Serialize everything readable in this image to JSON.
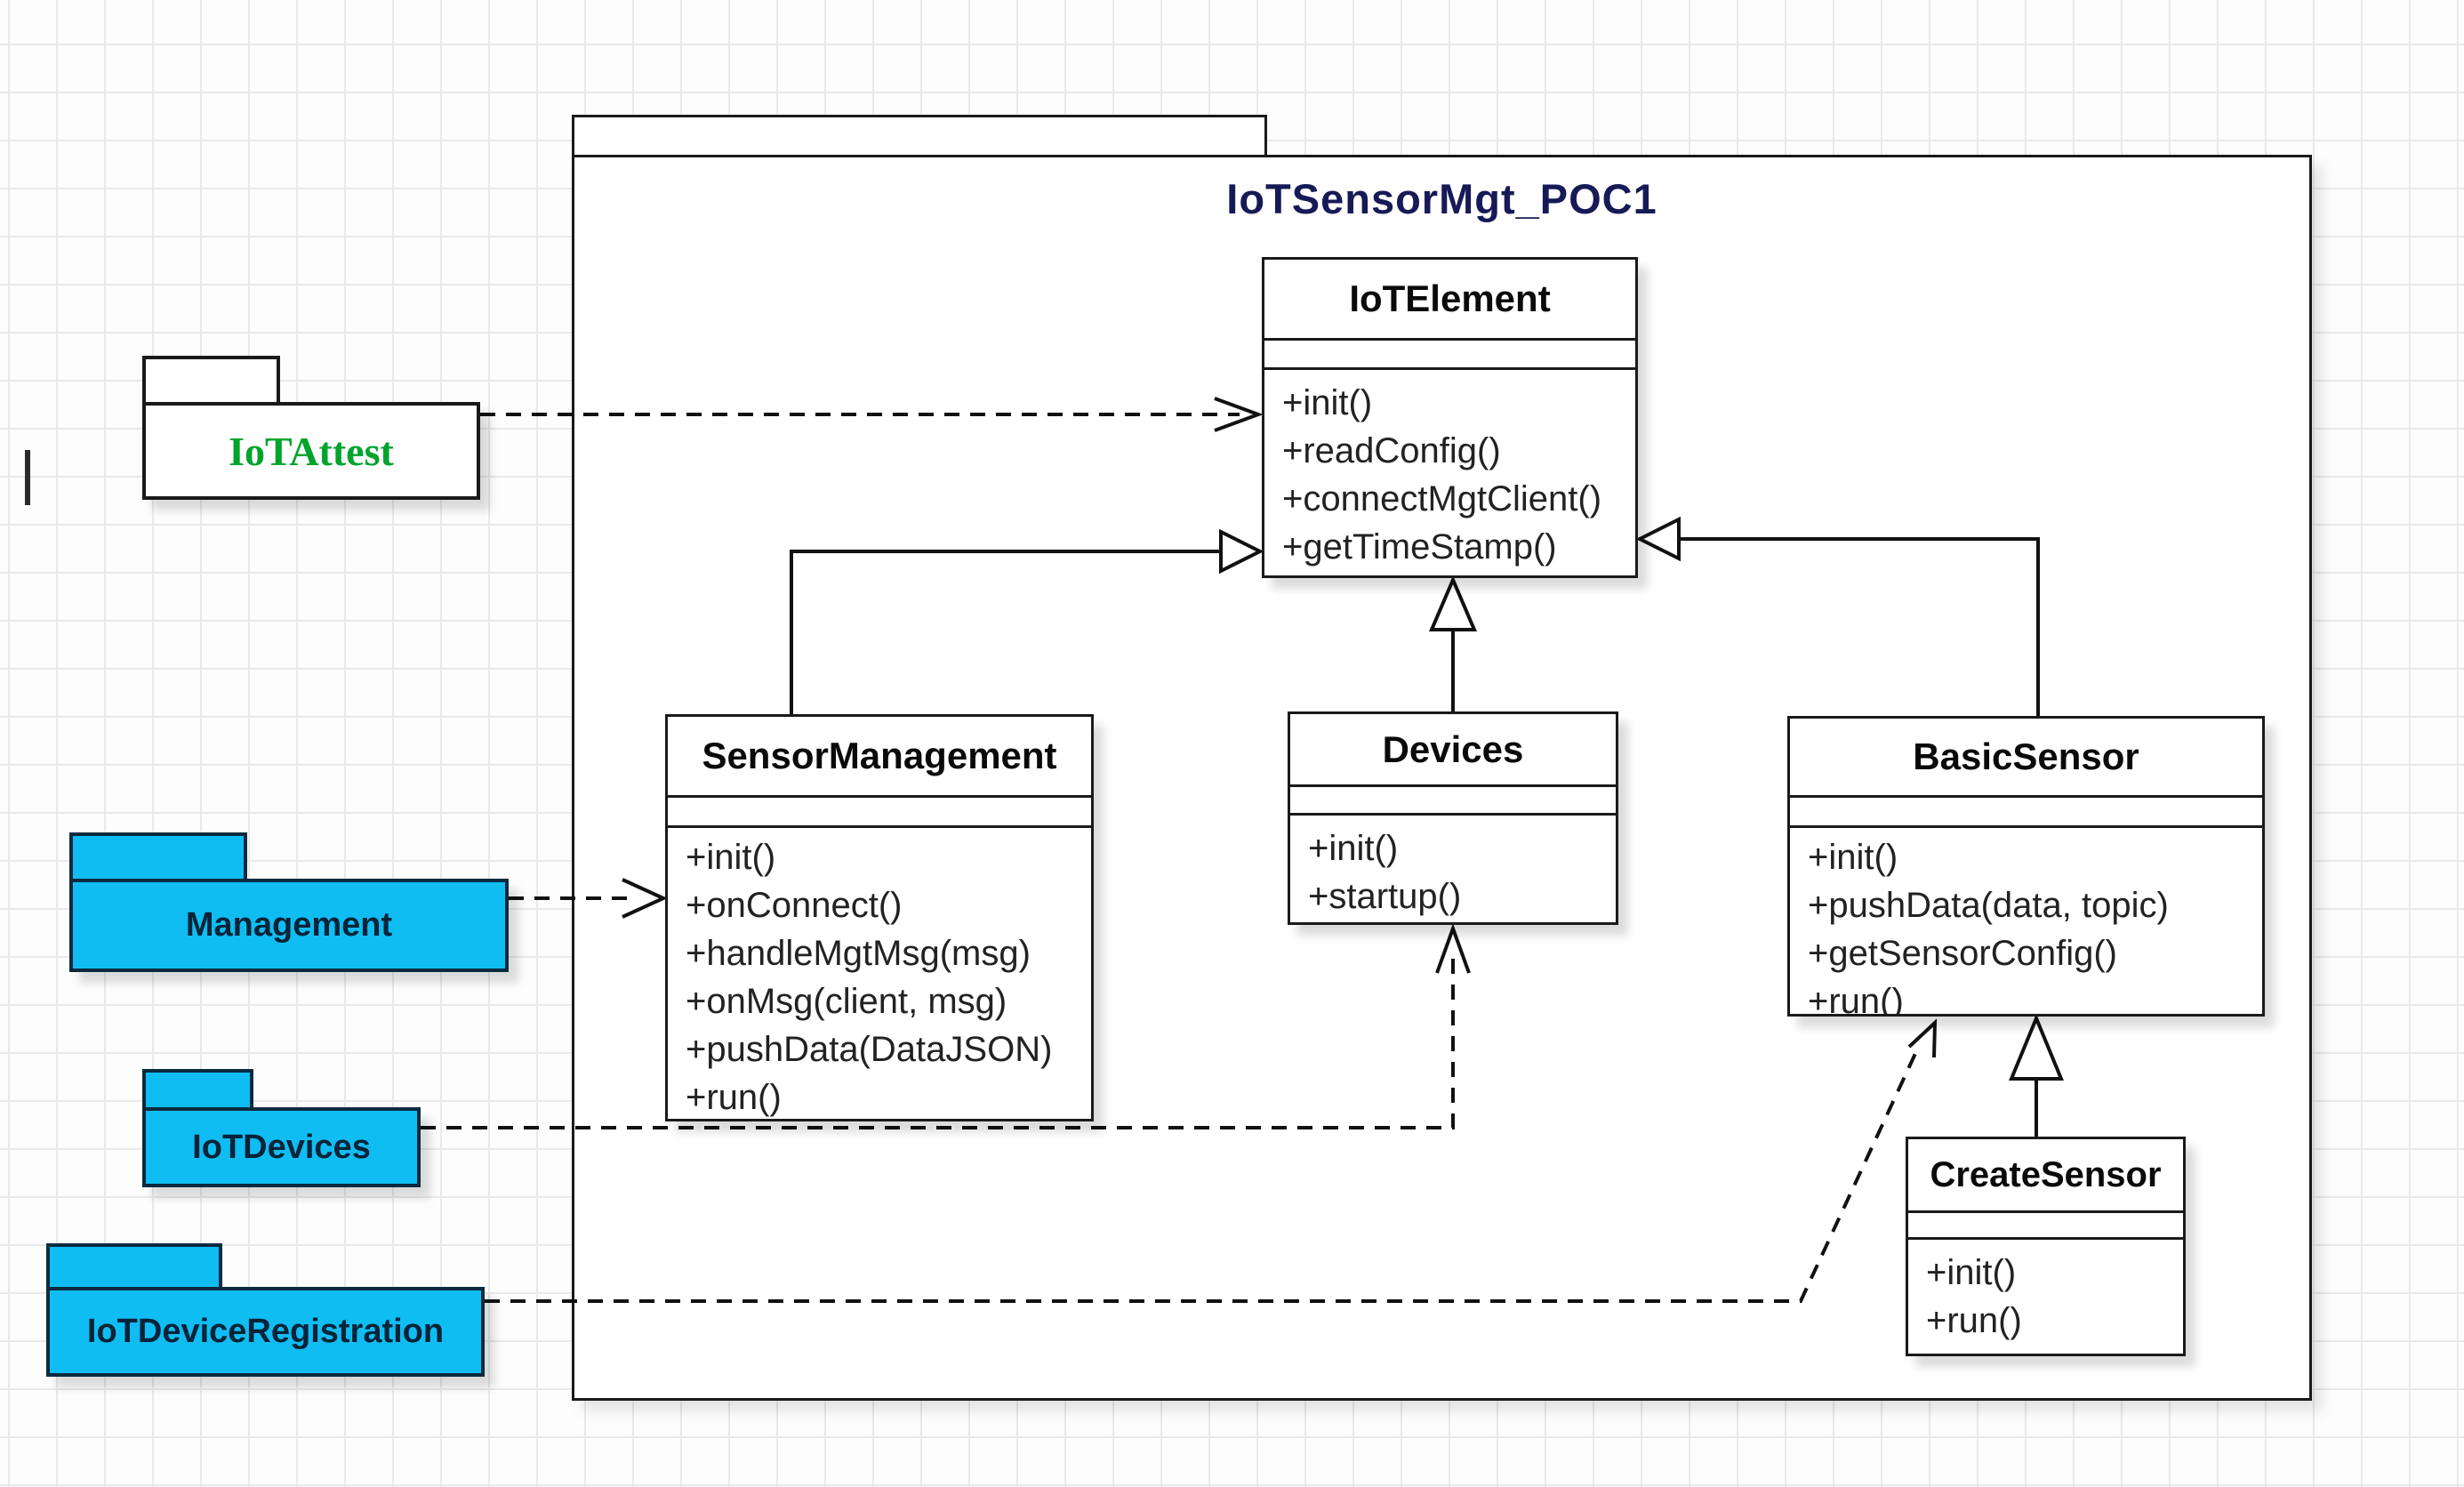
{
  "frame": {
    "title": "IoTSensorMgt_POC1"
  },
  "classes": [
    {
      "name": "IoTElement",
      "attributes": [],
      "methods": [
        "+init()",
        "+readConfig()",
        "+connectMgtClient()",
        "+getTimeStamp()"
      ]
    },
    {
      "name": "SensorManagement",
      "attributes": [],
      "methods": [
        "+init()",
        "+onConnect()",
        "+handleMgtMsg(msg)",
        "+onMsg(client, msg)",
        "+pushData(DataJSON)",
        "+run()"
      ]
    },
    {
      "name": "Devices",
      "attributes": [],
      "methods": [
        "+init()",
        "+startup()"
      ]
    },
    {
      "name": "BasicSensor",
      "attributes": [],
      "methods": [
        "+init()",
        "+pushData(data, topic)",
        "+getSensorConfig()",
        "+run()"
      ]
    },
    {
      "name": "CreateSensor",
      "attributes": [],
      "methods": [
        "+init()",
        "+run()"
      ]
    }
  ],
  "packages": [
    {
      "name": "IoTAttest",
      "style": "white",
      "text_color": "#00a42c"
    },
    {
      "name": "Management",
      "style": "cyan",
      "text_color": "#062338"
    },
    {
      "name": "IoTDevices",
      "style": "cyan",
      "text_color": "#062338"
    },
    {
      "name": "IoTDeviceRegistration",
      "style": "cyan",
      "text_color": "#062338"
    }
  ],
  "relationships": [
    {
      "from": "SensorManagement",
      "to": "IoTElement",
      "type": "generalization",
      "line": "solid-hollow-triangle"
    },
    {
      "from": "Devices",
      "to": "IoTElement",
      "type": "generalization",
      "line": "solid-hollow-triangle"
    },
    {
      "from": "BasicSensor",
      "to": "IoTElement",
      "type": "generalization",
      "line": "solid-hollow-triangle"
    },
    {
      "from": "CreateSensor",
      "to": "BasicSensor",
      "type": "generalization",
      "line": "solid-hollow-triangle"
    },
    {
      "from": "IoTAttest",
      "to": "IoTElement",
      "type": "dependency",
      "line": "dashed-open-arrow"
    },
    {
      "from": "Management",
      "to": "SensorManagement",
      "type": "dependency",
      "line": "dashed-open-arrow"
    },
    {
      "from": "IoTDevices",
      "to": "Devices",
      "type": "dependency",
      "line": "dashed-open-arrow"
    },
    {
      "from": "IoTDeviceRegistration",
      "to": "BasicSensor",
      "type": "dependency",
      "line": "dashed-open-arrow"
    }
  ],
  "colors": {
    "package_fill_cyan": "#10bdf2",
    "package_border_dark": "#0a2a3e",
    "attest_text_green": "#00a42c",
    "frame_title_navy": "#161a56",
    "grid_line": "#e9e9e9"
  }
}
